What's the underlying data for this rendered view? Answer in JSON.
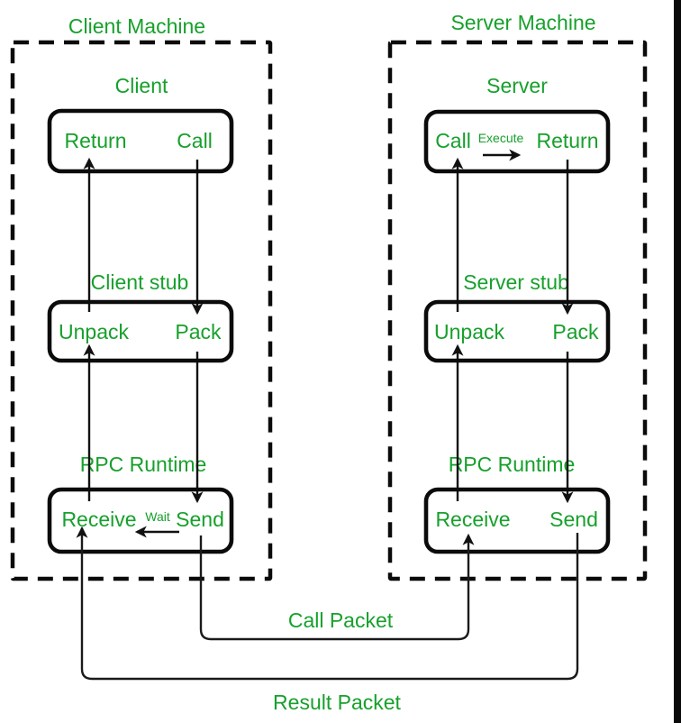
{
  "colors": {
    "text_green": "#17a02c",
    "line_black": "#0b0b0b",
    "right_strip_black": "#0a0a0a",
    "background": "#ffffff"
  },
  "client_machine": {
    "title": "Client Machine",
    "sections": [
      {
        "label": "Client",
        "box": {
          "left": "Return",
          "right": "Call"
        }
      },
      {
        "label": "Client stub",
        "box": {
          "left": "Unpack",
          "right": "Pack"
        }
      },
      {
        "label": "RPC Runtime",
        "box": {
          "left": "Receive",
          "right": "Send"
        }
      }
    ],
    "wait_label": "Wait"
  },
  "server_machine": {
    "title": "Server Machine",
    "sections": [
      {
        "label": "Server",
        "box": {
          "left": "Call",
          "right": "Return",
          "middle": "Execute"
        }
      },
      {
        "label": "Server stub",
        "box": {
          "left": "Unpack",
          "right": "Pack"
        }
      },
      {
        "label": "RPC Runtime",
        "box": {
          "left": "Receive",
          "right": "Send"
        }
      }
    ]
  },
  "connections": {
    "call_packet_label": "Call Packet",
    "result_packet_label": "Result Packet"
  }
}
